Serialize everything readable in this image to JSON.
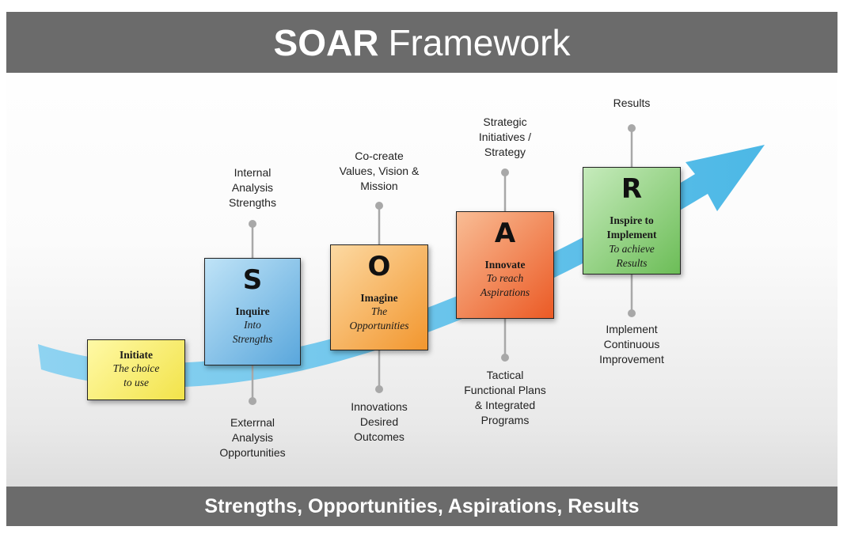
{
  "title": {
    "bold": "SOAR",
    "rest": "Framework"
  },
  "footer": "Strengths, Opportunities, Aspirations, Results",
  "colors": {
    "bar": "#6b6b6b",
    "arrow": "#4cb8e6",
    "connector": "#a8a8a8"
  },
  "stages": {
    "initiate": {
      "title": "Initiate",
      "sub": [
        "The choice",
        "to use"
      ]
    },
    "s": {
      "letter": "S",
      "title": "Inquire",
      "sub": [
        "Into",
        "Strengths"
      ],
      "above": [
        "Internal",
        "Analysis",
        "Strengths"
      ],
      "below": [
        "Exterrnal",
        "Analysis",
        "Opportunities"
      ]
    },
    "o": {
      "letter": "O",
      "title": "Imagine",
      "sub": [
        "The",
        "Opportunities"
      ],
      "above": [
        "Co-create",
        "Values, Vision &",
        "Mission"
      ],
      "below": [
        "Innovations",
        "Desired",
        "Outcomes"
      ]
    },
    "a": {
      "letter": "A",
      "title": "Innovate",
      "sub": [
        "To reach",
        "Aspirations"
      ],
      "above": [
        "Strategic",
        "Initiatives /",
        "Strategy"
      ],
      "below": [
        "Tactical",
        "Functional Plans",
        "& Integrated",
        "Programs"
      ]
    },
    "r": {
      "letter": "R",
      "title": [
        "Inspire to",
        "Implement"
      ],
      "sub": [
        "To achieve",
        "Results"
      ],
      "above": [
        "Results"
      ],
      "below": [
        "Implement",
        "Continuous",
        "Improvement"
      ]
    }
  }
}
